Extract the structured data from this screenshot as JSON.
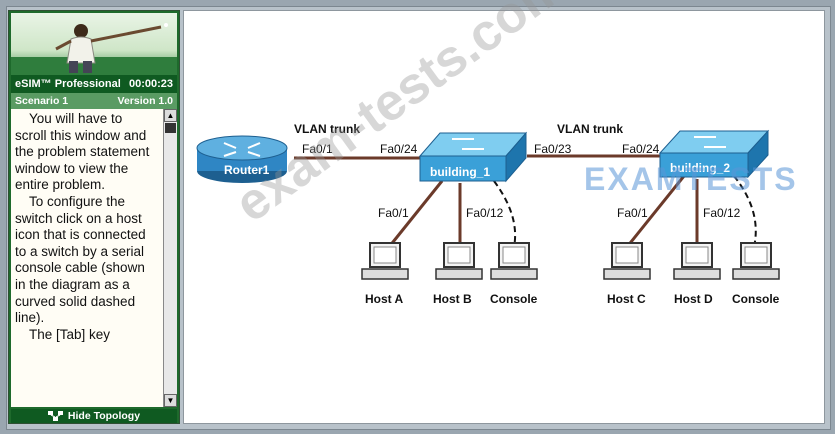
{
  "sim": {
    "product": "eSIM™ Professional",
    "timer": "00:00:23",
    "scenario": "Scenario 1",
    "version": "Version 1.0",
    "instructions": [
      "You will have to scroll this window and the problem statement window to view the entire problem.",
      "To configure the switch click on a host icon that is connected to a switch by a serial console cable (shown in the diagram as a curved solid dashed line).",
      "The [Tab] key"
    ],
    "footer_button": "Hide Topology"
  },
  "diagram": {
    "trunk_label_1": "VLAN trunk",
    "trunk_label_2": "VLAN trunk",
    "router": "Router1",
    "router_port": "Fa0/1",
    "switch1": "building_1",
    "switch2": "building_2",
    "sw1_port_router": "Fa0/24",
    "sw1_port_trunk": "Fa0/23",
    "sw2_port_trunk": "Fa0/24",
    "sw1_port_a": "Fa0/1",
    "sw1_port_b": "Fa0/12",
    "sw2_port_c": "Fa0/1",
    "sw2_port_d": "Fa0/12",
    "hosts": [
      "Host A",
      "Host B",
      "Console",
      "Host C",
      "Host D",
      "Console"
    ]
  },
  "watermark": {
    "text": "exam-tests.com",
    "logo": "EXAMTESTS"
  },
  "colors": {
    "panel_green": "#1e6a2c",
    "switch_blue": "#3aa0d8",
    "router_blue": "#2f86c4",
    "link_brown": "#6b3a2a"
  }
}
